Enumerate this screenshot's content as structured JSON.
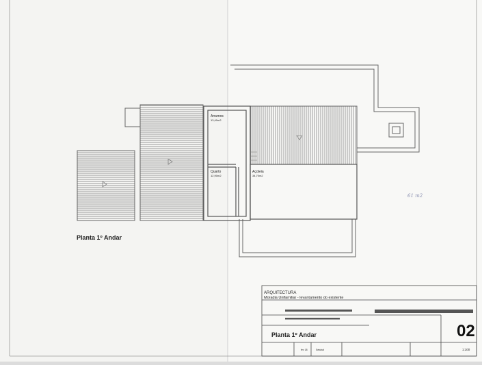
{
  "drawing": {
    "plan_title": "Planta 1º Andar",
    "handwritten_note": "61 m2",
    "rooms": [
      {
        "name": "Arrumos",
        "area": "13,40m2"
      },
      {
        "name": "Quarto",
        "area": "12,90m2"
      },
      {
        "name": "Açoteia",
        "area": "34,70m2"
      }
    ]
  },
  "title_block": {
    "discipline": "ARQUITECTURA",
    "project": "Moradia Unifamiliar - levantamento do existente",
    "sheet_title": "Planta 1º Andar",
    "sheet_number": "02",
    "scale": "1:100",
    "date": "fev 18",
    "location": "Setubal"
  }
}
